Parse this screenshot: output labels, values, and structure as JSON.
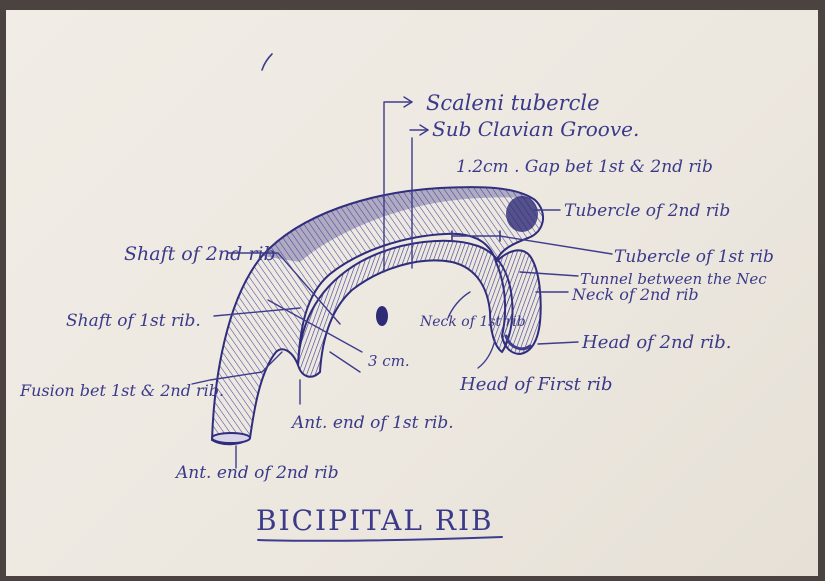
{
  "title": "BICIPITAL RIB",
  "labels": {
    "scaleni_tubercle": "Scaleni tubercle",
    "subclavian_groove": "Sub Clavian Groove.",
    "gap": "1.2cm . Gap bet 1st & 2nd rib",
    "tubercle_2nd": "Tubercle of 2nd rib",
    "tubercle_1st": "Tubercle of 1st rib",
    "tunnel": "Tunnel between the Nec",
    "neck_2nd": "Neck of 2nd rib",
    "shaft_2nd": "Shaft of 2nd rib",
    "shaft_1st": "Shaft of 1st rib.",
    "neck_1st": "Neck of 1st rib",
    "head_2nd": "Head of 2nd rib.",
    "three_cm": "3 cm.",
    "head_first": "Head of First rib",
    "fusion": "Fusion bet 1st & 2nd rib.",
    "ant_end_1st": "Ant. end of 1st rib.",
    "ant_end_2nd": "Ant. end of 2nd rib"
  },
  "colors": {
    "ink": "#3e3c8c",
    "paper": "#efebe4",
    "background": "#4a4340"
  }
}
